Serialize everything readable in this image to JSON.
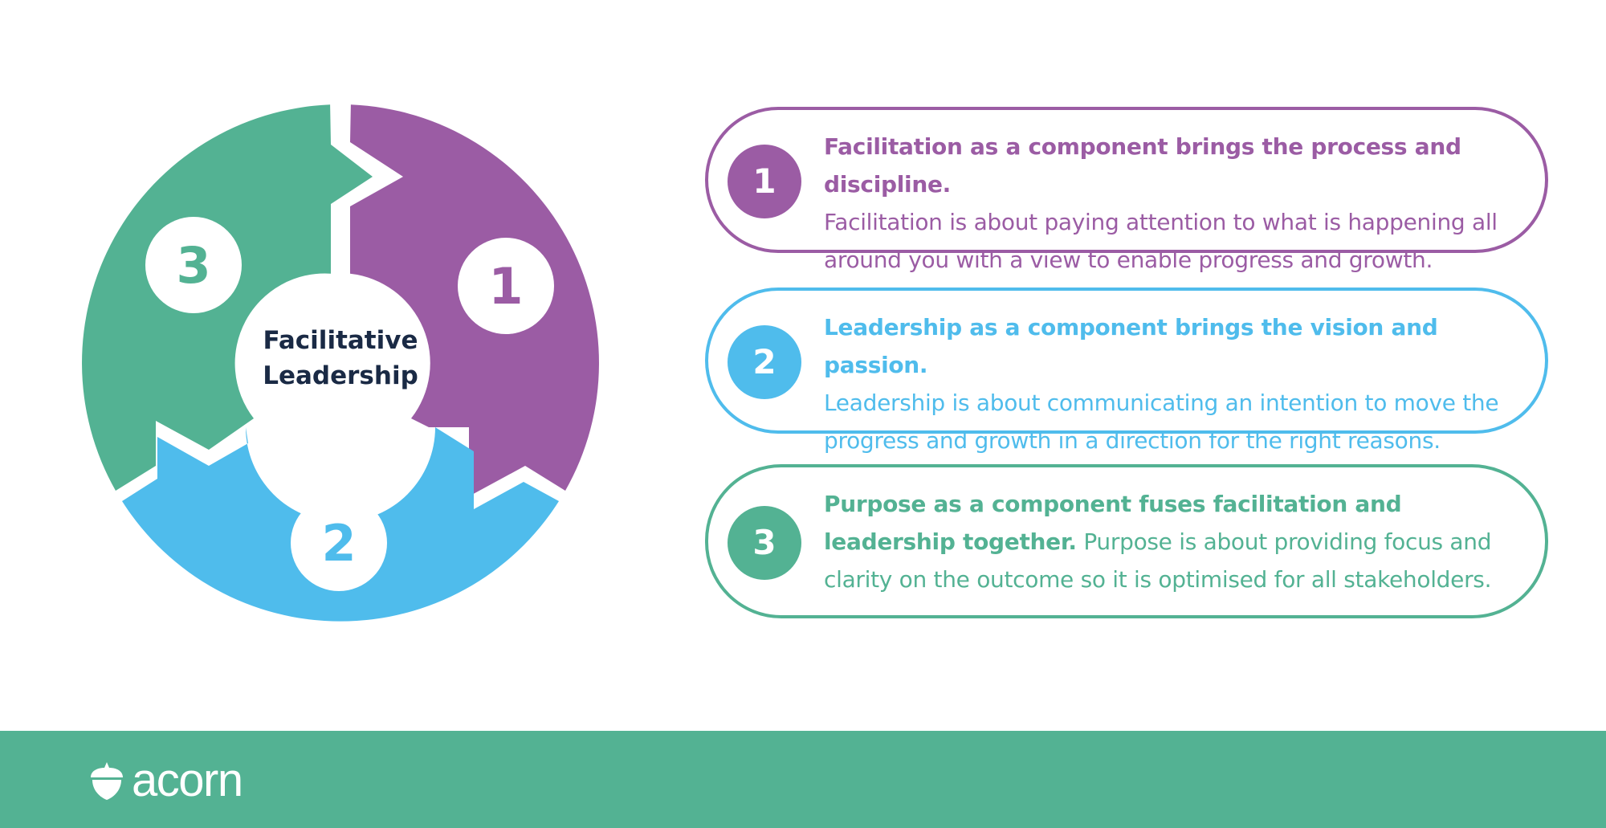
{
  "colors": {
    "purple": "#9b5ca4",
    "blue": "#4fbcec",
    "green": "#53b293",
    "navy": "#1a2a45",
    "white": "#ffffff"
  },
  "cycle": {
    "center_line1": "Facilitative",
    "center_line2": "Leadership",
    "segments": [
      {
        "number": "1",
        "color": "purple"
      },
      {
        "number": "2",
        "color": "blue"
      },
      {
        "number": "3",
        "color": "green"
      }
    ]
  },
  "cards": [
    {
      "number": "1",
      "lead": "Facilitation as a component brings the process and discipline.",
      "body": "Facilitation is about paying attention to what is happening all around you with a view to enable progress and growth."
    },
    {
      "number": "2",
      "lead": "Leadership as a component brings the vision and passion.",
      "body": "Leadership is about communicating an intention to move the progress and growth in a direction for the right reasons."
    },
    {
      "number": "3",
      "lead": "Purpose as a component fuses facilitation and leadership together.",
      "body": "Purpose is about providing focus and clarity on the outcome so it is optimised for all stakeholders."
    }
  ],
  "footer": {
    "logo_text": "acorn",
    "logo_icon": "acorn-icon"
  }
}
